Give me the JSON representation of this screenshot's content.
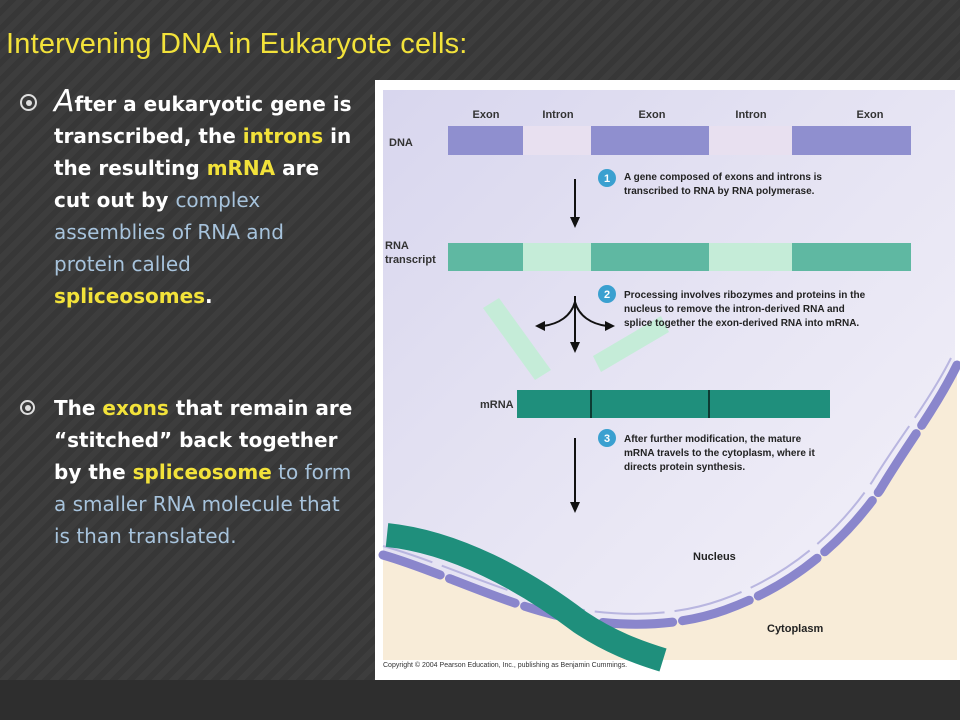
{
  "slide": {
    "title": "Intervening DNA in Eukaryote cells:",
    "bullet1": {
      "big_letter": "A",
      "text_1": "fter a eukaryotic gene is transcribed, the ",
      "introns": "introns",
      "text_2": " in the resulting ",
      "mrna": "mRNA",
      "text_3": " are cut out by ",
      "complex": "complex assemblies of RNA and protein called ",
      "spliceosomes": "spliceosomes",
      "period": "."
    },
    "bullet2": {
      "text_1": "The  ",
      "exons": "exons",
      "text_2": " that remain are “stitched” back together by the ",
      "spliceosome": "spliceosome",
      "text_3": " to form a smaller RNA molecule that is than translated."
    }
  },
  "figure": {
    "segment_labels": [
      "Exon",
      "Intron",
      "Exon",
      "Intron",
      "Exon"
    ],
    "dna_label": "DNA",
    "rna_label_1": "RNA",
    "rna_label_2": "transcript",
    "mrna_label": "mRNA",
    "steps": [
      {
        "num": "1",
        "lines": [
          "A gene composed of exons and introns is",
          "transcribed to RNA by RNA polymerase."
        ]
      },
      {
        "num": "2",
        "lines": [
          "Processing involves ribozymes and proteins in the",
          "nucleus to remove the intron-derived RNA and",
          "splice together the exon-derived RNA into mRNA."
        ]
      },
      {
        "num": "3",
        "lines": [
          "After further modification, the mature",
          "mRNA travels to the cytoplasm, where it",
          "directs protein synthesis."
        ]
      }
    ],
    "nucleus_label": "Nucleus",
    "cytoplasm_label": "Cytoplasm",
    "copyright": "Copyright © 2004 Pearson Education, Inc., publishing as Benjamin Cummings.",
    "colors": {
      "exon_dna": "#8f8fcf",
      "intron_dna": "#e8e0f0",
      "exon_rna": "#5fb8a2",
      "intron_rna": "#c5ecd8",
      "mrna": "#1f8f7c",
      "step_badge": "#3aa0d0",
      "nuclear_envelope": "#8a86cc"
    }
  }
}
